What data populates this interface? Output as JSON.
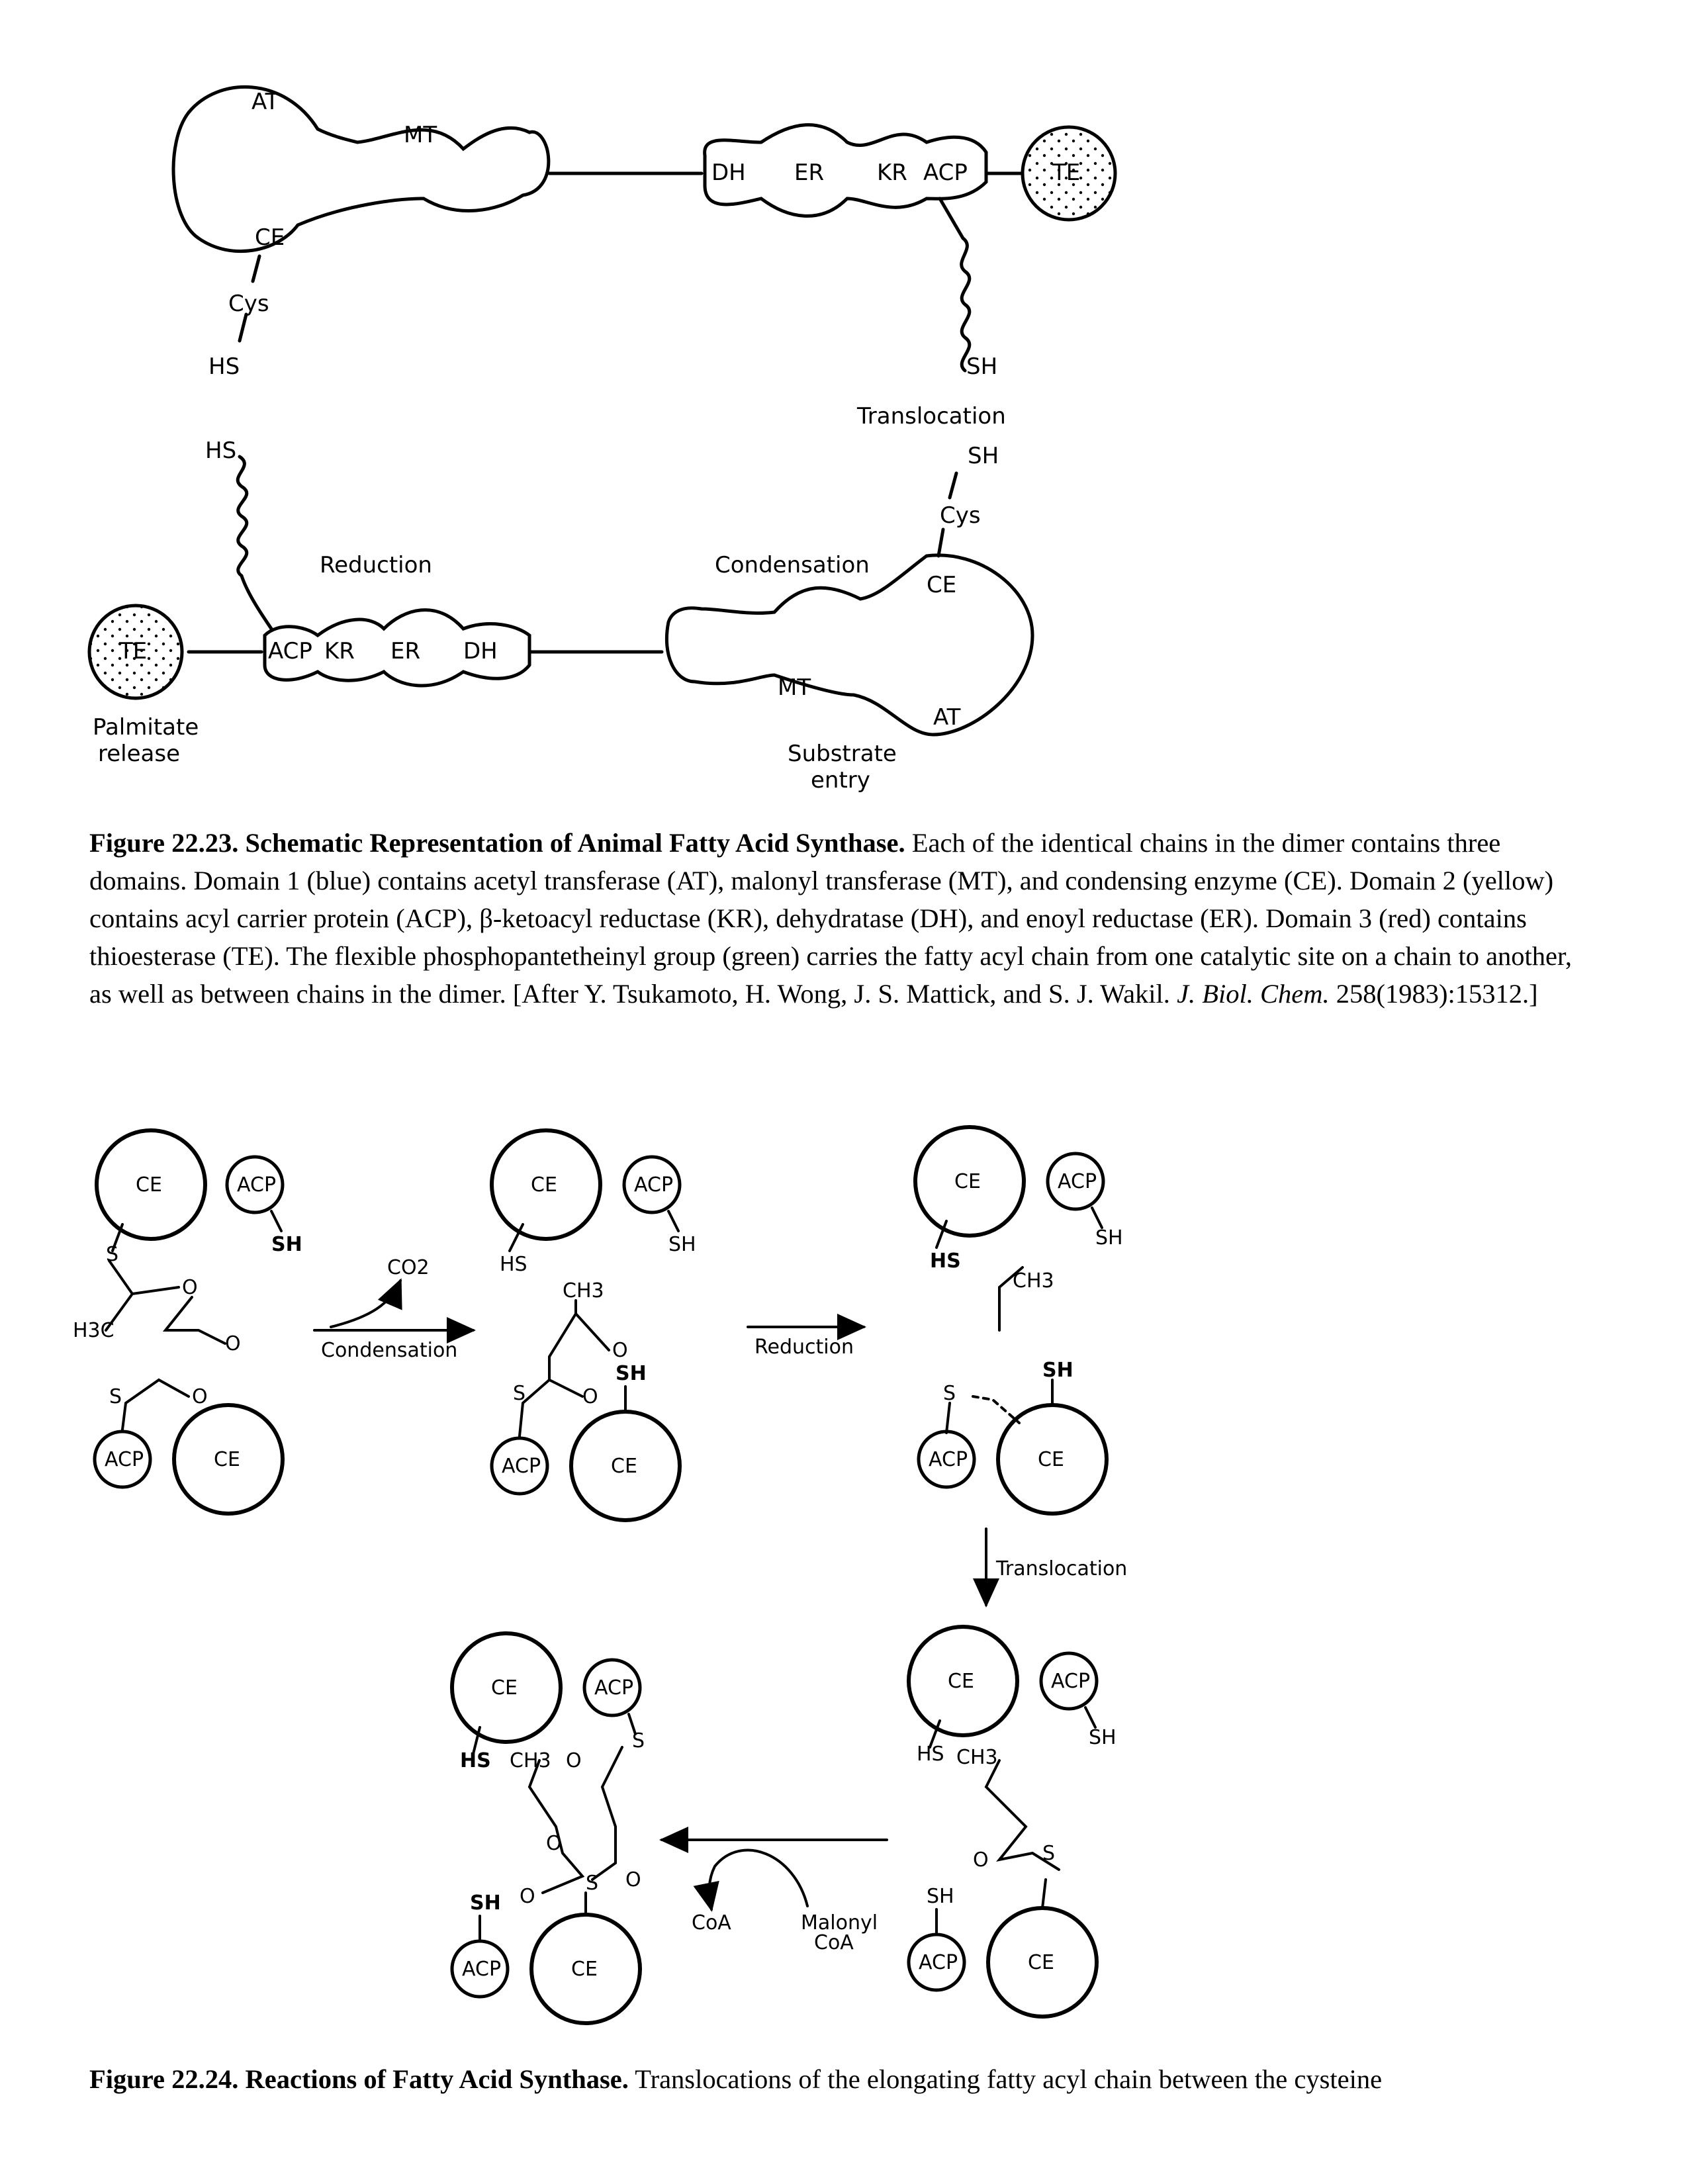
{
  "figure1": {
    "top_domains": [
      "AT",
      "MT",
      "CE",
      "DH",
      "ER",
      "KR",
      "ACP",
      "TE"
    ],
    "top_labels": {
      "cys": "Cys",
      "hs": "HS",
      "sh": "SH",
      "translocation": "Translocation"
    },
    "bottom_domains": [
      "TE",
      "ACP",
      "KR",
      "ER",
      "DH",
      "MT",
      "CE",
      "AT"
    ],
    "bottom_labels": {
      "hs": "HS",
      "reduction": "Reduction",
      "condensation": "Condensation",
      "sh": "SH",
      "cys": "Cys",
      "palmitate_1": "Palmitate",
      "palmitate_2": "release",
      "substrate_1": "Substrate",
      "substrate_2": "entry"
    },
    "caption": {
      "number": "Figure 22.23.",
      "title": "Schematic Representation of Animal Fatty Acid Synthase.",
      "body_1": "Each of the identical chains in the dimer contains three domains. Domain 1 (blue) contains acetyl transferase (AT), malonyl transferase (MT), and condensing enzyme (CE). Domain 2 (yellow) contains acyl carrier protein (ACP), β-ketoacyl reductase (KR), dehydratase (DH), and enoyl reductase (ER). Domain 3 (red) contains thioesterase (TE). The flexible phosphopantetheinyl group (green) carries the fatty acyl chain from one catalytic site on a chain to another, as well as between chains in the dimer. [After Y. Tsukamoto, H. Wong, J. S. Mattick, and S. J. Wakil.",
      "journal": "J. Biol. Chem.",
      "body_2": "258(1983):15312.]"
    }
  },
  "figure2": {
    "ce": "CE",
    "acp": "ACP",
    "sh": "SH",
    "hs": "HS",
    "s": "S",
    "o": "O",
    "ch3": "CH3",
    "h3c": "H3C",
    "co2": "CO2",
    "condensation": "Condensation",
    "reduction": "Reduction",
    "translocation": "Translocation",
    "coa": "CoA",
    "malonyl_1": "Malonyl",
    "malonyl_2": "CoA",
    "caption": {
      "number": "Figure 22.24.",
      "title": "Reactions of Fatty Acid Synthase.",
      "body": "Translocations of the elongating fatty acyl chain between the cysteine"
    }
  }
}
